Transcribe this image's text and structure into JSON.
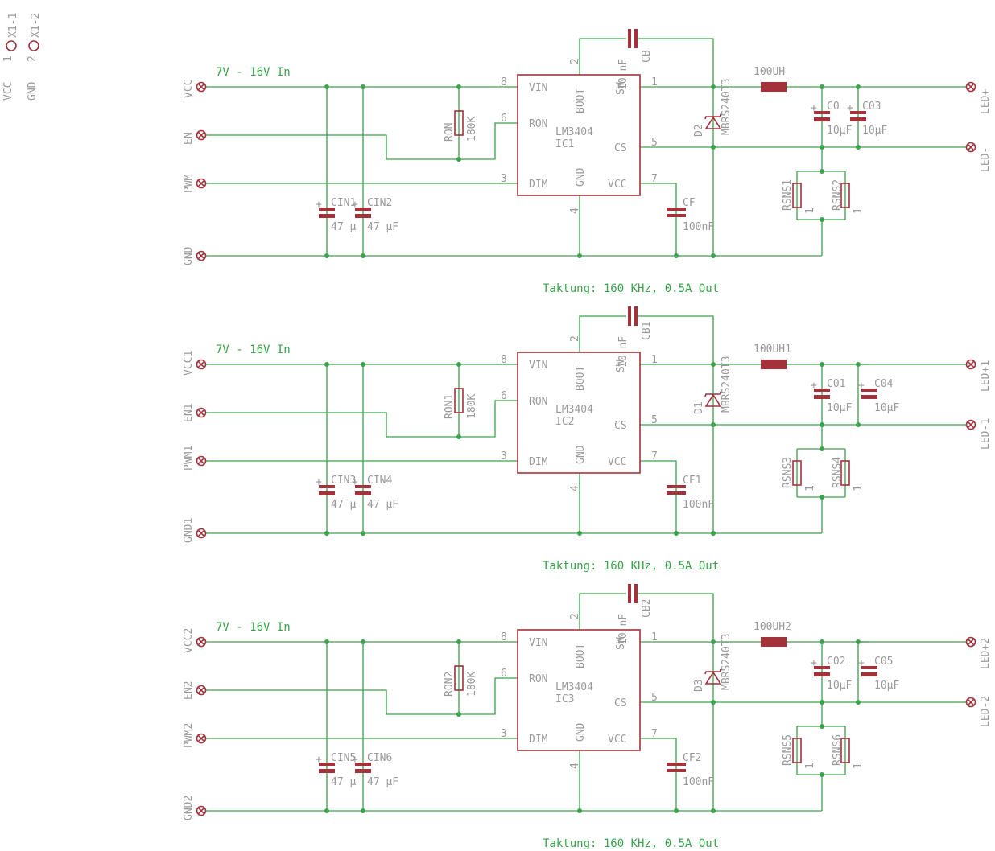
{
  "header_connector": {
    "pin1_label": "VCC",
    "pin1_num": "1",
    "pin1_ref": "X1-1",
    "pin2_label": "GND",
    "pin2_num": "2",
    "pin2_ref": "X1-2"
  },
  "colors": {
    "wire": "#39a44a",
    "part": "#a3323a",
    "label": "#9a9a9a",
    "background": "#ffffff"
  },
  "channels": [
    {
      "input_note": "7V - 16V In",
      "vcc_label": "VCC",
      "en_label": "EN",
      "pwm_label": "PWM",
      "gnd_label": "GND",
      "led_pos_label": "LED+",
      "led_neg_label": "LED-",
      "cin_a_name": "CIN1",
      "cin_b_name": "CIN2",
      "cin_value": "47 µF",
      "cin_value_a": "47 µ",
      "cin_value_b": "47 µF",
      "ron_name": "RON",
      "ron_value": "180K",
      "ic_name": "LM3404",
      "ic_ref": "IC1",
      "pin_vin": "VIN",
      "pin_ron": "RON",
      "pin_dim": "DIM",
      "pin_boot": "BOOT",
      "pin_gnd": "GND",
      "pin_vcc": "VCC",
      "pin_cs": "CS",
      "pin_sw": "SW",
      "pin_num_vin": "8",
      "pin_num_ron": "6",
      "pin_num_dim": "3",
      "pin_num_boot": "2",
      "pin_num_gnd": "4",
      "pin_num_vcc": "7",
      "pin_num_cs": "5",
      "pin_num_sw": "1",
      "cb_name": "CB",
      "cb_value": "10 nF",
      "cf_name": "CF",
      "cf_value": "100nF",
      "diode_name": "D2",
      "diode_value": "MBRS240T3",
      "inductor_value": "100UH",
      "co_a_name": "C0",
      "co_b_name": "C03",
      "co_value": "10µF",
      "rsns_a_name": "RSNS1",
      "rsns_b_name": "RSNS2",
      "rsns_pin": "1",
      "footer_note": "Taktung: 160 KHz, 0.5A Out"
    },
    {
      "input_note": "7V - 16V In",
      "vcc_label": "VCC1",
      "en_label": "EN1",
      "pwm_label": "PWM1",
      "gnd_label": "GND1",
      "led_pos_label": "LED+1",
      "led_neg_label": "LED-1",
      "cin_a_name": "CIN3",
      "cin_b_name": "CIN4",
      "cin_value": "47 µF",
      "cin_value_a": "47 µ",
      "cin_value_b": "47 µF",
      "ron_name": "RON1",
      "ron_value": "180K",
      "ic_name": "LM3404",
      "ic_ref": "IC2",
      "pin_vin": "VIN",
      "pin_ron": "RON",
      "pin_dim": "DIM",
      "pin_boot": "BOOT",
      "pin_gnd": "GND",
      "pin_vcc": "VCC",
      "pin_cs": "CS",
      "pin_sw": "SW",
      "pin_num_vin": "8",
      "pin_num_ron": "6",
      "pin_num_dim": "3",
      "pin_num_boot": "2",
      "pin_num_gnd": "4",
      "pin_num_vcc": "7",
      "pin_num_cs": "5",
      "pin_num_sw": "1",
      "cb_name": "CB1",
      "cb_value": "10 nF",
      "cf_name": "CF1",
      "cf_value": "100nF",
      "diode_name": "D1",
      "diode_value": "MBRS240T3",
      "inductor_value": "100UH1",
      "co_a_name": "C01",
      "co_b_name": "C04",
      "co_value": "10µF",
      "rsns_a_name": "RSNS3",
      "rsns_b_name": "RSNS4",
      "rsns_pin": "1",
      "footer_note": "Taktung: 160 KHz, 0.5A Out"
    },
    {
      "input_note": "7V - 16V In",
      "vcc_label": "VCC2",
      "en_label": "EN2",
      "pwm_label": "PWM2",
      "gnd_label": "GND2",
      "led_pos_label": "LED+2",
      "led_neg_label": "LED-2",
      "cin_a_name": "CIN5",
      "cin_b_name": "CIN6",
      "cin_value": "47 µF",
      "cin_value_a": "47 µ",
      "cin_value_b": "47 µF",
      "ron_name": "RON2",
      "ron_value": "180K",
      "ic_name": "LM3404",
      "ic_ref": "IC3",
      "pin_vin": "VIN",
      "pin_ron": "RON",
      "pin_dim": "DIM",
      "pin_boot": "BOOT",
      "pin_gnd": "GND",
      "pin_vcc": "VCC",
      "pin_cs": "CS",
      "pin_sw": "SW",
      "pin_num_vin": "8",
      "pin_num_ron": "6",
      "pin_num_dim": "3",
      "pin_num_boot": "2",
      "pin_num_gnd": "4",
      "pin_num_vcc": "7",
      "pin_num_cs": "5",
      "pin_num_sw": "1",
      "cb_name": "CB2",
      "cb_value": "10 nF",
      "cf_name": "CF2",
      "cf_value": "100nF",
      "diode_name": "D3",
      "diode_value": "MBRS240T3",
      "inductor_value": "100UH2",
      "co_a_name": "C02",
      "co_b_name": "C05",
      "co_value": "10µF",
      "rsns_a_name": "RSNS5",
      "rsns_b_name": "RSNS6",
      "rsns_pin": "1",
      "footer_note": "Taktung: 160 KHz, 0.5A Out"
    }
  ]
}
